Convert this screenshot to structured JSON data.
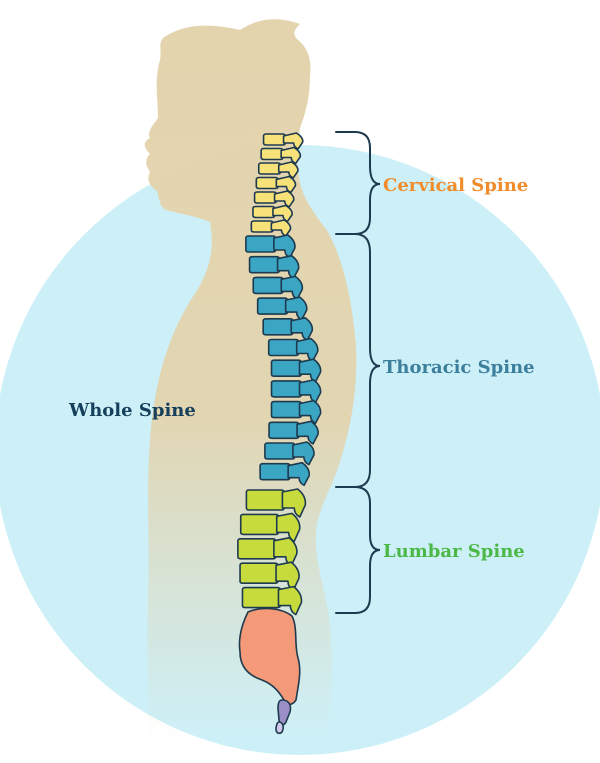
{
  "labels": {
    "cervical": "Cervical Spine",
    "thoracic": "Thoracic Spine",
    "lumbar": "Lumbar Spine",
    "whole": "Whole Spine"
  },
  "colors": {
    "background_circle": "#cdf0f8",
    "silhouette": "#e8d8b4",
    "cervical": "#f7e27a",
    "thoracic": "#3aa6c4",
    "lumbar": "#c7dc3c",
    "sacrum": "#f59a78",
    "coccyx": "#9b8fc8",
    "outline": "#1e3a4f",
    "bracket": "#1e3a4f",
    "cervical_text": "#f08c2c",
    "thoracic_text": "#3c7f9c",
    "lumbar_text": "#4cb848",
    "whole_text": "#163f5c"
  }
}
